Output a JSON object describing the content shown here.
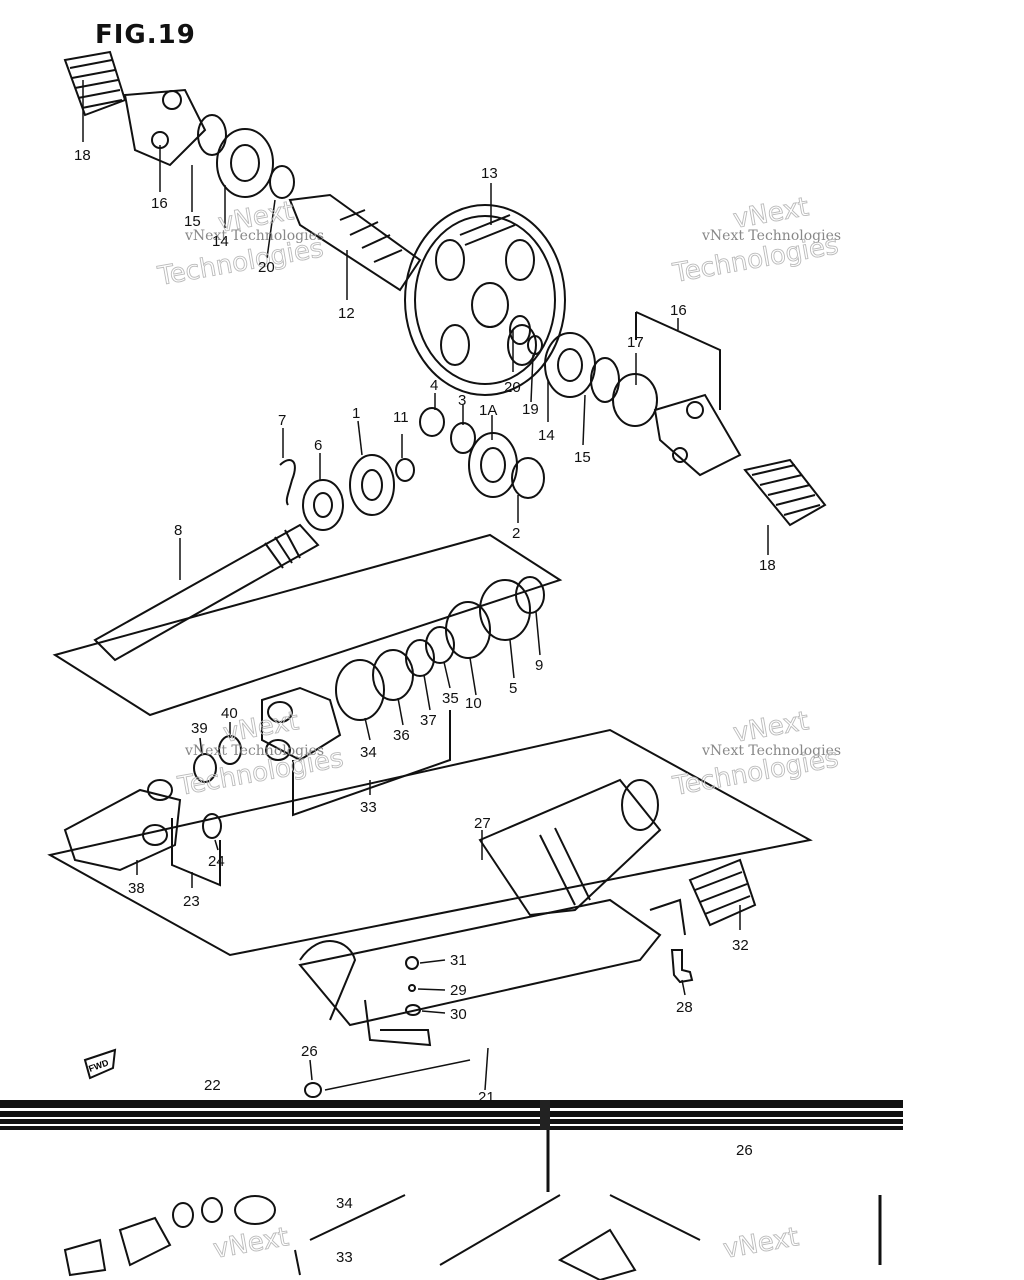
{
  "figure": {
    "title": "FIG.19"
  },
  "watermark": {
    "small": "vNext Technologies",
    "big_top": "vNext",
    "big_bottom": "Technologies"
  },
  "fwd_label": "FWD",
  "callouts": [
    "18",
    "16",
    "15",
    "14",
    "20",
    "12",
    "13",
    "16",
    "17",
    "20",
    "19",
    "14",
    "15",
    "4",
    "3",
    "1A",
    "7",
    "1",
    "11",
    "6",
    "8",
    "2",
    "18",
    "9",
    "5",
    "10",
    "35",
    "37",
    "36",
    "34",
    "33",
    "40",
    "39",
    "24",
    "38",
    "23",
    "27",
    "32",
    "31",
    "29",
    "30",
    "28",
    "26",
    "22",
    "21",
    "26",
    "34",
    "33"
  ]
}
